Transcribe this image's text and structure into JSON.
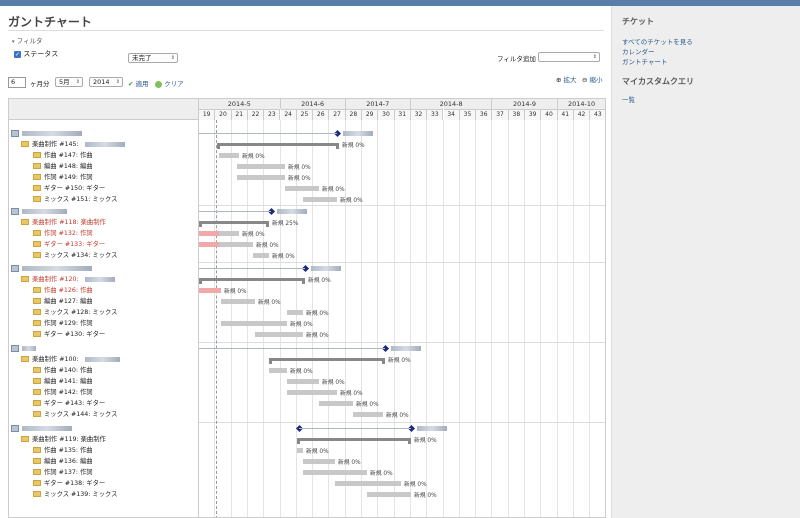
{
  "page": {
    "title": "ガントチャート"
  },
  "filter": {
    "legend": "フィルタ",
    "status_label": "ステータス",
    "status_value": "未完了",
    "add_filter_label": "フィルタ追加"
  },
  "controls": {
    "months_value": "6",
    "months_label": "ヶ月分",
    "month_value": "5月",
    "year_value": "2014",
    "apply_label": "適用",
    "clear_label": "クリア",
    "zoom_in_label": "拡大",
    "zoom_out_label": "縮小"
  },
  "gantt": {
    "months": [
      "2014-5",
      "2014-6",
      "2014-7",
      "2014-8",
      "2014-9",
      "2014-10"
    ],
    "weeks": [
      "19",
      "20",
      "21",
      "22",
      "23",
      "24",
      "25",
      "26",
      "27",
      "28",
      "29",
      "30",
      "31",
      "32",
      "33",
      "34",
      "35",
      "36",
      "37",
      "38",
      "39",
      "40",
      "41",
      "42",
      "43"
    ],
    "rows": [
      {
        "kind": "project",
        "subject": "",
        "level": 0,
        "red": false
      },
      {
        "kind": "issue",
        "subject": "楽曲制作 #145:",
        "level": 1,
        "red": false,
        "status": "新規 0%"
      },
      {
        "kind": "issue",
        "subject": "作曲 #147: 作曲",
        "level": 2,
        "red": false,
        "status": "新規 0%"
      },
      {
        "kind": "issue",
        "subject": "編曲 #148: 編曲",
        "level": 2,
        "red": false,
        "status": "新規 0%"
      },
      {
        "kind": "issue",
        "subject": "作詞 #149: 作詞",
        "level": 2,
        "red": false,
        "status": "新規 0%"
      },
      {
        "kind": "issue",
        "subject": "ギター #150: ギター",
        "level": 2,
        "red": false,
        "status": "新規 0%"
      },
      {
        "kind": "issue",
        "subject": "ミックス #151: ミックス",
        "level": 2,
        "red": false,
        "status": "新規 0%"
      },
      {
        "kind": "project",
        "subject": "",
        "level": 0,
        "red": false
      },
      {
        "kind": "issue",
        "subject": "楽曲制作 #118: 楽曲制作",
        "level": 1,
        "red": true,
        "status": "新規 25%"
      },
      {
        "kind": "issue",
        "subject": "作詞 #132: 作詞",
        "level": 2,
        "red": true,
        "status": "新規 0%"
      },
      {
        "kind": "issue",
        "subject": "ギター #133: ギター",
        "level": 2,
        "red": true,
        "status": "新規 0%"
      },
      {
        "kind": "issue",
        "subject": "ミックス #134: ミックス",
        "level": 2,
        "red": false,
        "status": "新規 0%"
      },
      {
        "kind": "project",
        "subject": "",
        "level": 0,
        "red": false
      },
      {
        "kind": "issue",
        "subject": "楽曲制作 #120:",
        "level": 1,
        "red": true,
        "status": "新規 0%"
      },
      {
        "kind": "issue",
        "subject": "作曲 #126: 作曲",
        "level": 2,
        "red": true,
        "status": "新規 0%"
      },
      {
        "kind": "issue",
        "subject": "編曲 #127: 編曲",
        "level": 2,
        "red": false,
        "status": "新規 0%"
      },
      {
        "kind": "issue",
        "subject": "ミックス #128: ミックス",
        "level": 2,
        "red": false,
        "status": "新規 0%"
      },
      {
        "kind": "issue",
        "subject": "作詞 #129: 作詞",
        "level": 2,
        "red": false,
        "status": "新規 0%"
      },
      {
        "kind": "issue",
        "subject": "ギター #130: ギター",
        "level": 2,
        "red": false,
        "status": "新規 0%"
      },
      {
        "kind": "project",
        "subject": "",
        "level": 0,
        "red": false
      },
      {
        "kind": "issue",
        "subject": "楽曲制作 #100:",
        "level": 1,
        "red": false,
        "status": "新規 0%"
      },
      {
        "kind": "issue",
        "subject": "作曲 #140: 作曲",
        "level": 2,
        "red": false,
        "status": "新規 0%"
      },
      {
        "kind": "issue",
        "subject": "編曲 #141: 編曲",
        "level": 2,
        "red": false,
        "status": "新規 0%"
      },
      {
        "kind": "issue",
        "subject": "作詞 #142: 作詞",
        "level": 2,
        "red": false,
        "status": "新規 0%"
      },
      {
        "kind": "issue",
        "subject": "ギター #143: ギター",
        "level": 2,
        "red": false,
        "status": "新規 0%"
      },
      {
        "kind": "issue",
        "subject": "ミックス #144: ミックス",
        "level": 2,
        "red": false,
        "status": "新規 0%"
      },
      {
        "kind": "project",
        "subject": "",
        "level": 0,
        "red": false
      },
      {
        "kind": "issue",
        "subject": "楽曲制作 #119: 楽曲制作",
        "level": 1,
        "red": false,
        "status": "新規 0%"
      },
      {
        "kind": "issue",
        "subject": "作曲 #135: 作曲",
        "level": 2,
        "red": false,
        "status": "新規 0%"
      },
      {
        "kind": "issue",
        "subject": "編曲 #136: 編曲",
        "level": 2,
        "red": false,
        "status": "新規 0%"
      },
      {
        "kind": "issue",
        "subject": "作詞 #137: 作詞",
        "level": 2,
        "red": false,
        "status": "新規 0%"
      },
      {
        "kind": "issue",
        "subject": "ギター #138: ギター",
        "level": 2,
        "red": false,
        "status": "新規 0%"
      },
      {
        "kind": "issue",
        "subject": "ミックス #139: ミックス",
        "level": 2,
        "red": false,
        "status": "新規 0%"
      }
    ]
  },
  "sidebar": {
    "tickets_heading": "チケット",
    "links": [
      "すべてのチケットを見る",
      "カレンダー",
      "ガントチャート"
    ],
    "queries_heading": "マイカスタムクエリ",
    "query_links": [
      "一覧"
    ]
  },
  "colors": {
    "accent": "#5a7eaa",
    "link": "#2a5a8a",
    "overdue": "#c0392b",
    "bar": "#c8c8c8",
    "milestone": "#1d2b7a"
  }
}
